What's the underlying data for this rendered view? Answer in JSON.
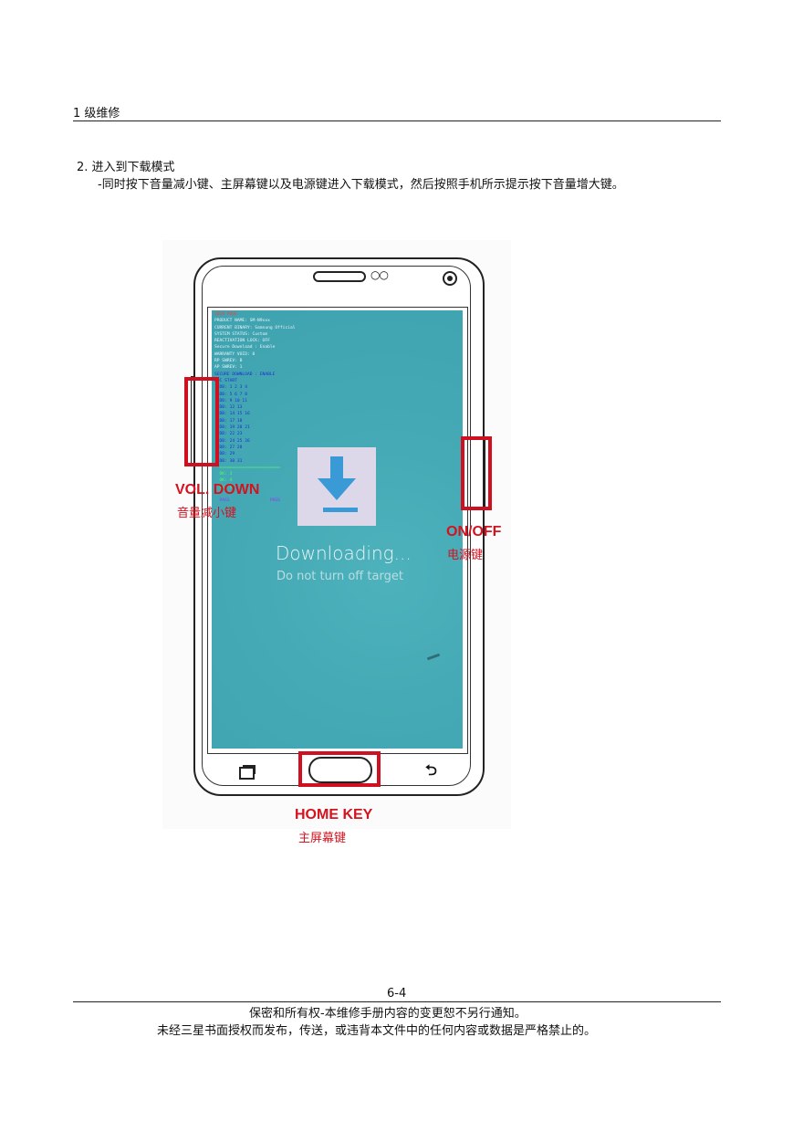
{
  "header": {
    "section": "1 级维修"
  },
  "step": {
    "title": "2.  进入到下载模式",
    "description": "-同时按下音量减小键、主屏幕键以及电源键进入下载模式，然后按照手机所示提示按下音量增大键。"
  },
  "figure": {
    "screen_text": {
      "downloading": "Downloading...",
      "warning": "Do not turn off target"
    },
    "labels": {
      "vol_down": "VOL. DOWN",
      "vol_down_cn": "音量减小键",
      "power": "ON/OFF",
      "power_cn": "电源键",
      "home": "HOME KEY",
      "home_cn": "主屏幕键"
    },
    "highlight_color": "#cf1020",
    "screen_color": "#45aab5"
  },
  "footer": {
    "page_number": "6-4",
    "line1": "保密和所有权-本维修手册内容的变更恕不另行通知。",
    "line2": "未经三星书面授权而发布，传送，或违背本文件中的任何内容或数据是严格禁止的。"
  }
}
